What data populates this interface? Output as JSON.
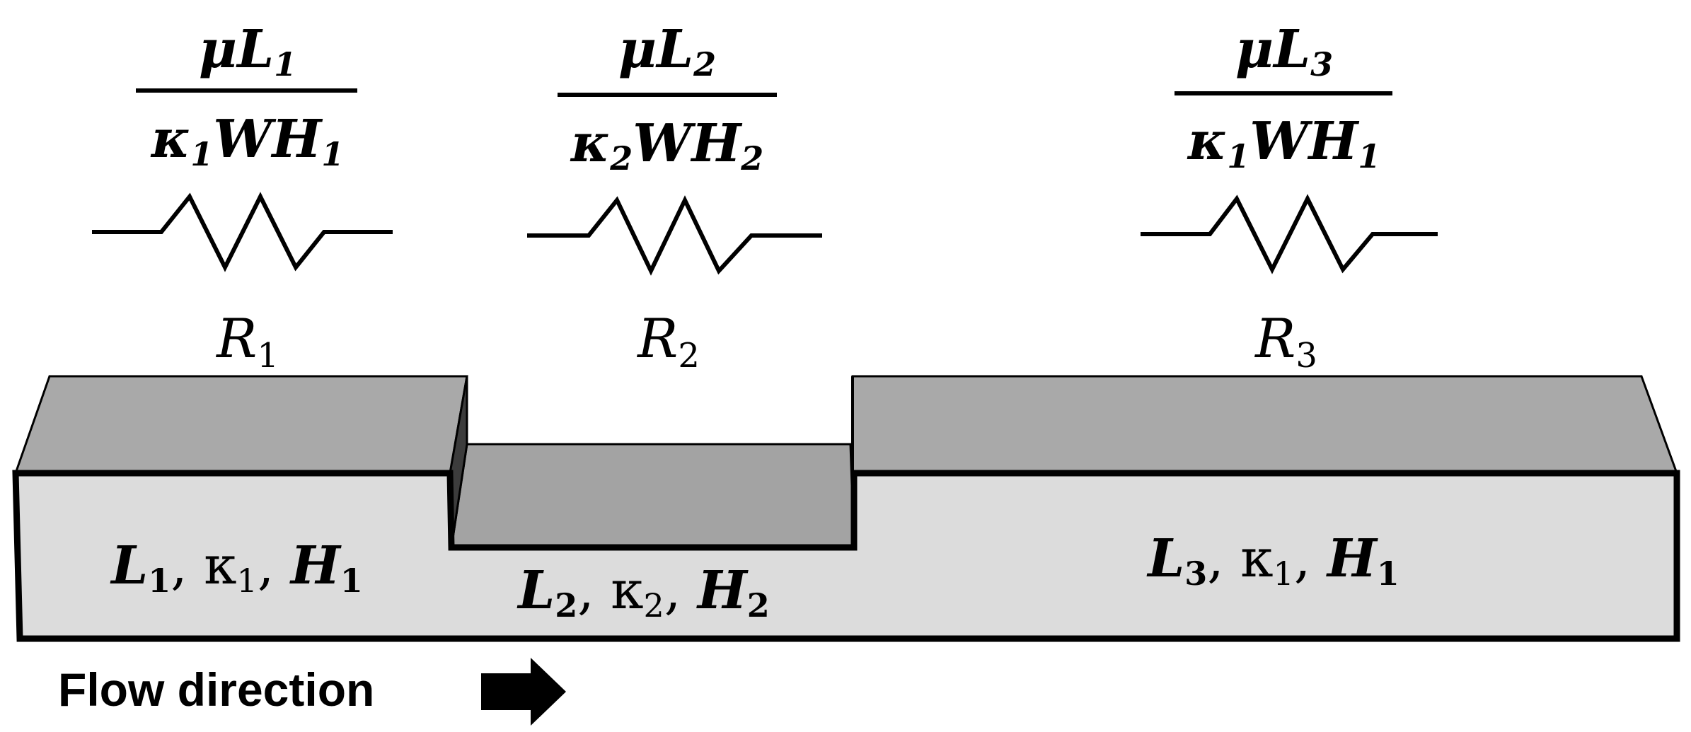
{
  "resistors": [
    {
      "label": {
        "base": "R",
        "sub": "1"
      },
      "formula": {
        "numerator": {
          "mu": "μ",
          "L": "L",
          "Lsub": "1"
        },
        "denominator": {
          "k": "κ",
          "ksub": "1",
          "W": "W",
          "H": "H",
          "Hsub": "1"
        }
      }
    },
    {
      "label": {
        "base": "R",
        "sub": "2"
      },
      "formula": {
        "numerator": {
          "mu": "μ",
          "L": "L",
          "Lsub": "2"
        },
        "denominator": {
          "k": "κ",
          "ksub": "2",
          "W": "W",
          "H": "H",
          "Hsub": "2"
        }
      }
    },
    {
      "label": {
        "base": "R",
        "sub": "3"
      },
      "formula": {
        "numerator": {
          "mu": "μ",
          "L": "L",
          "Lsub": "3"
        },
        "denominator": {
          "k": "κ",
          "ksub": "1",
          "W": "W",
          "H": "H",
          "Hsub": "1"
        }
      }
    }
  ],
  "segments": [
    {
      "L": "L",
      "Lsub": "1",
      "sep1": ", ",
      "k": "κ",
      "ksub": "1",
      "sep2": ", ",
      "H": "H",
      "Hsub": "1"
    },
    {
      "L": "L",
      "Lsub": "2",
      "sep1": ", ",
      "k": "κ",
      "ksub": "2",
      "sep2": ", ",
      "H": "H",
      "Hsub": "2"
    },
    {
      "L": "L",
      "Lsub": "3",
      "sep1": ", ",
      "k": "κ",
      "ksub": "1",
      "sep2": ", ",
      "H": "H",
      "Hsub": "1"
    }
  ],
  "flow_label": "Flow direction",
  "colors": {
    "top_face": "#a9a9a9",
    "front_face": "#dcdcdc",
    "step_dark": "#3c3c3c",
    "outline": "#000000"
  },
  "icons": {
    "flow_arrow": "right-arrow-icon"
  }
}
